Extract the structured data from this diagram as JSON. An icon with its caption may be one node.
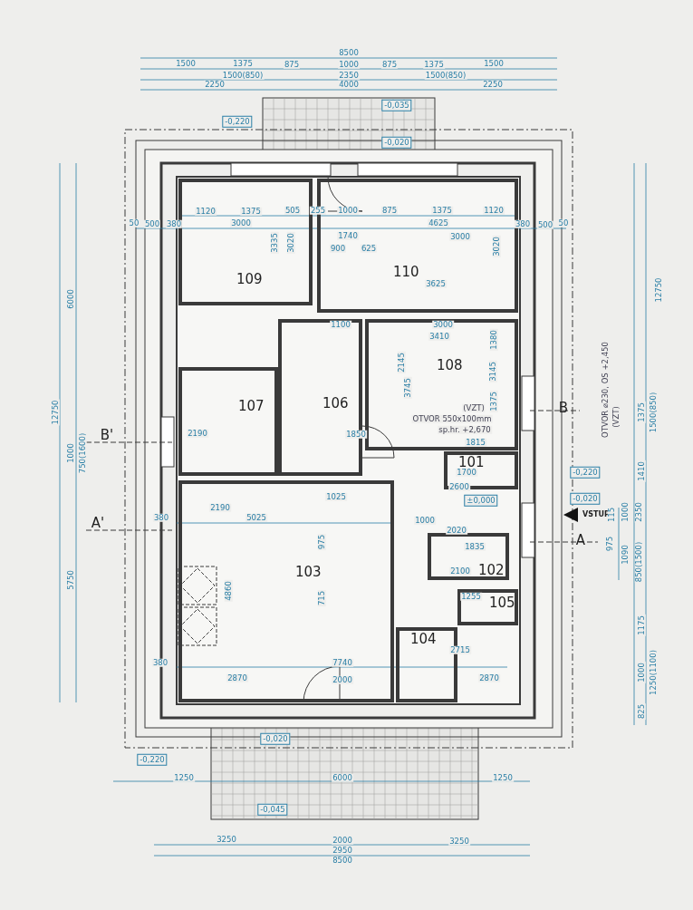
{
  "diagram": {
    "nodes": [
      {
        "text": [
          "109"
        ]
      },
      {
        "text": [
          "110"
        ]
      },
      {
        "text": [
          "108"
        ]
      },
      {
        "text": [
          "107"
        ]
      },
      {
        "text": [
          "106"
        ]
      },
      {
        "text": [
          "101"
        ]
      },
      {
        "text": [
          "103"
        ]
      },
      {
        "text": [
          "102"
        ]
      },
      {
        "text": [
          "104"
        ]
      },
      {
        "text": [
          "105"
        ]
      }
    ],
    "labels": [
      "8500",
      "1500",
      "1375",
      "875",
      "1000",
      "875",
      "1375",
      "1500",
      "1500(850)",
      "2350",
      "1500(850)",
      "2250",
      "4000",
      "2250",
      "-0,220",
      "-0,035",
      "-0,020",
      "1120",
      "1375",
      "505",
      "255",
      "1000",
      "875",
      "1375",
      "1120",
      "50",
      "500",
      "380",
      "3000",
      "4625",
      "380",
      "500",
      "50",
      "1740",
      "3000",
      "900",
      "625",
      "3335",
      "3020",
      "3020",
      "3625",
      "1100",
      "3000",
      "3410",
      "1380",
      "2145",
      "3145",
      "1375",
      "3745",
      "(VZT)",
      "OTVOR 550x100mm",
      "sp.hr. +2,670",
      "1850",
      "1815",
      "2190",
      "1700",
      "2600",
      "1025",
      "2190",
      "380",
      "5025",
      "±0,000",
      "1000",
      "2020",
      "1835",
      "2100",
      "1255",
      "975",
      "715",
      "4860",
      "2715",
      "380",
      "7740",
      "2870",
      "2000",
      "2870",
      "12750",
      "6000",
      "1000",
      "750(1600)",
      "5750",
      "B'",
      "A'",
      "B",
      "A",
      "VSTUP",
      "OTVOR ⌀230, OS +2,450",
      "(VZT)",
      "-0,220",
      "-0,020",
      "1375",
      "1500(850)",
      "12750",
      "1410",
      "975",
      "115",
      "1000",
      "1090",
      "2350",
      "850(1500)",
      "1175",
      "1000",
      "1250(1100)",
      "825",
      "-0,020",
      "-0,220",
      "1250",
      "6000",
      "1250",
      "-0,045",
      "3250",
      "2000",
      "3250",
      "2950",
      "8500"
    ]
  }
}
